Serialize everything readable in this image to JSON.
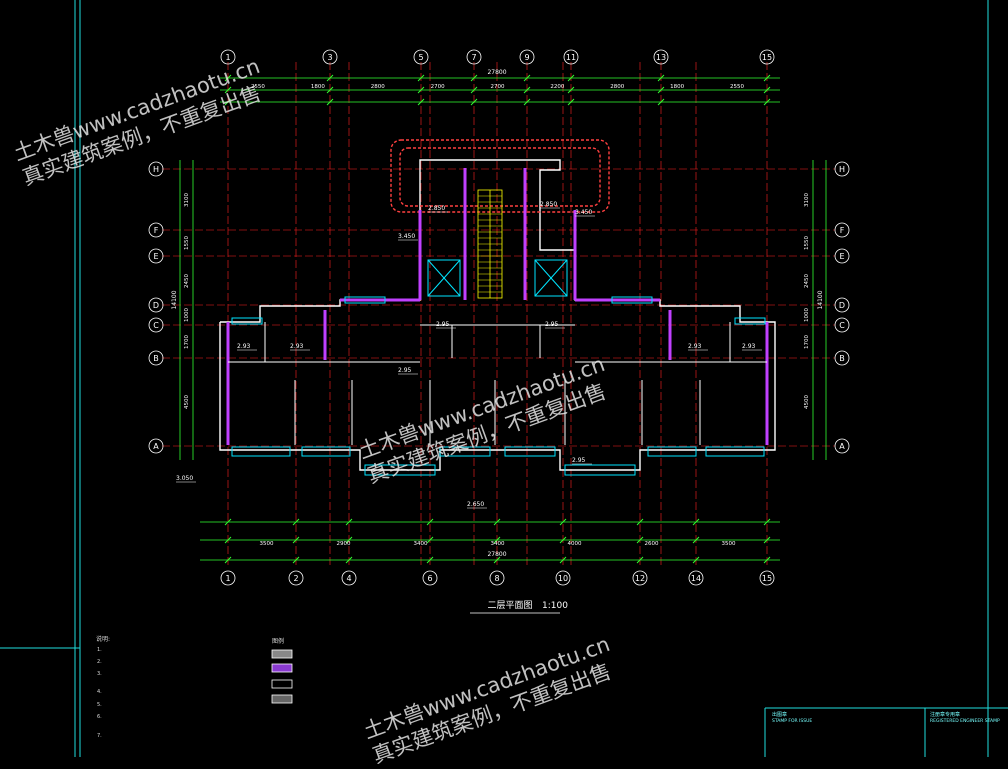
{
  "drawing": {
    "title": "二层平面图",
    "scale": "1:100",
    "overall_dim": "27800",
    "grid_top": [
      "1",
      "3",
      "5",
      "7",
      "9",
      "11",
      "13",
      "15"
    ],
    "grid_bottom": [
      "1",
      "2",
      "4",
      "6",
      "8",
      "10",
      "12",
      "14",
      "15"
    ],
    "grid_left": [
      "H",
      "F",
      "E",
      "D",
      "C",
      "B",
      "A"
    ],
    "top_dims": [
      "2550",
      "1800",
      "2800",
      "2700",
      "2700",
      "2200",
      "2800",
      "1800",
      "2550"
    ],
    "bottom_dims": [
      "3500",
      "2900",
      "3400",
      "3400",
      "4000",
      "2600",
      "3500"
    ],
    "side_dims": [
      "3100",
      "1550",
      "2450",
      "1000",
      "1700",
      "4500"
    ],
    "side_total": "14100",
    "elevations": [
      "2.850",
      "2.850",
      "3.450",
      "3.450",
      "2.95",
      "2.95",
      "2.95",
      "2.93",
      "2.93",
      "2.93",
      "2.93",
      "2.95",
      "2.650",
      "3.050"
    ]
  },
  "notes": {
    "header": "说明:",
    "lines": [
      "1.",
      "2.",
      "3.",
      "4.",
      "5.",
      "6.",
      "7."
    ]
  },
  "legend": {
    "header": "图例"
  },
  "title_block": {
    "stamp_left": "出图章",
    "stamp_left_en": "STAMP FOR ISSUE",
    "stamp_right": "注册章专用章",
    "stamp_right_en": "REGISTERED ENGINEER STAMP"
  },
  "watermarks": [
    "土木兽www.cadzhaotu.cn",
    "真实建筑案例，不重复出售"
  ],
  "colors": {
    "background": "#000000",
    "grid": "#ff2020",
    "wall": "#ffffff",
    "dimension": "#30ff30",
    "window": "#00e5ff",
    "hatch": "#c040ff",
    "stair": "#ffff00",
    "label": "#ffffff"
  }
}
